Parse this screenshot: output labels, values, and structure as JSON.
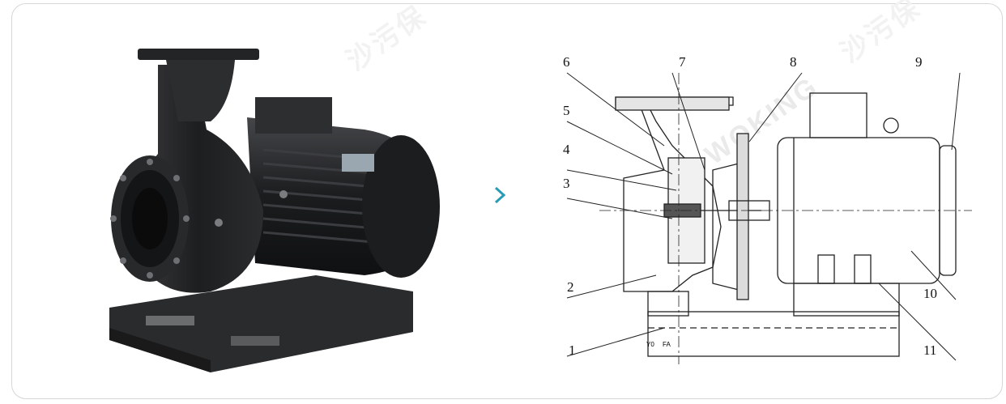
{
  "watermark": {
    "brand_latin": "WOKING",
    "brand_cn": "沙污保"
  },
  "diagram": {
    "labels": [
      "1",
      "2",
      "3",
      "4",
      "5",
      "6",
      "7",
      "8",
      "9",
      "10",
      "11"
    ],
    "base_marks": [
      "Y0",
      "FA"
    ]
  },
  "colors": {
    "chevron": "#2a9bb5",
    "ink": "#111111"
  },
  "icons": {
    "next": "chevron-right-icon"
  }
}
